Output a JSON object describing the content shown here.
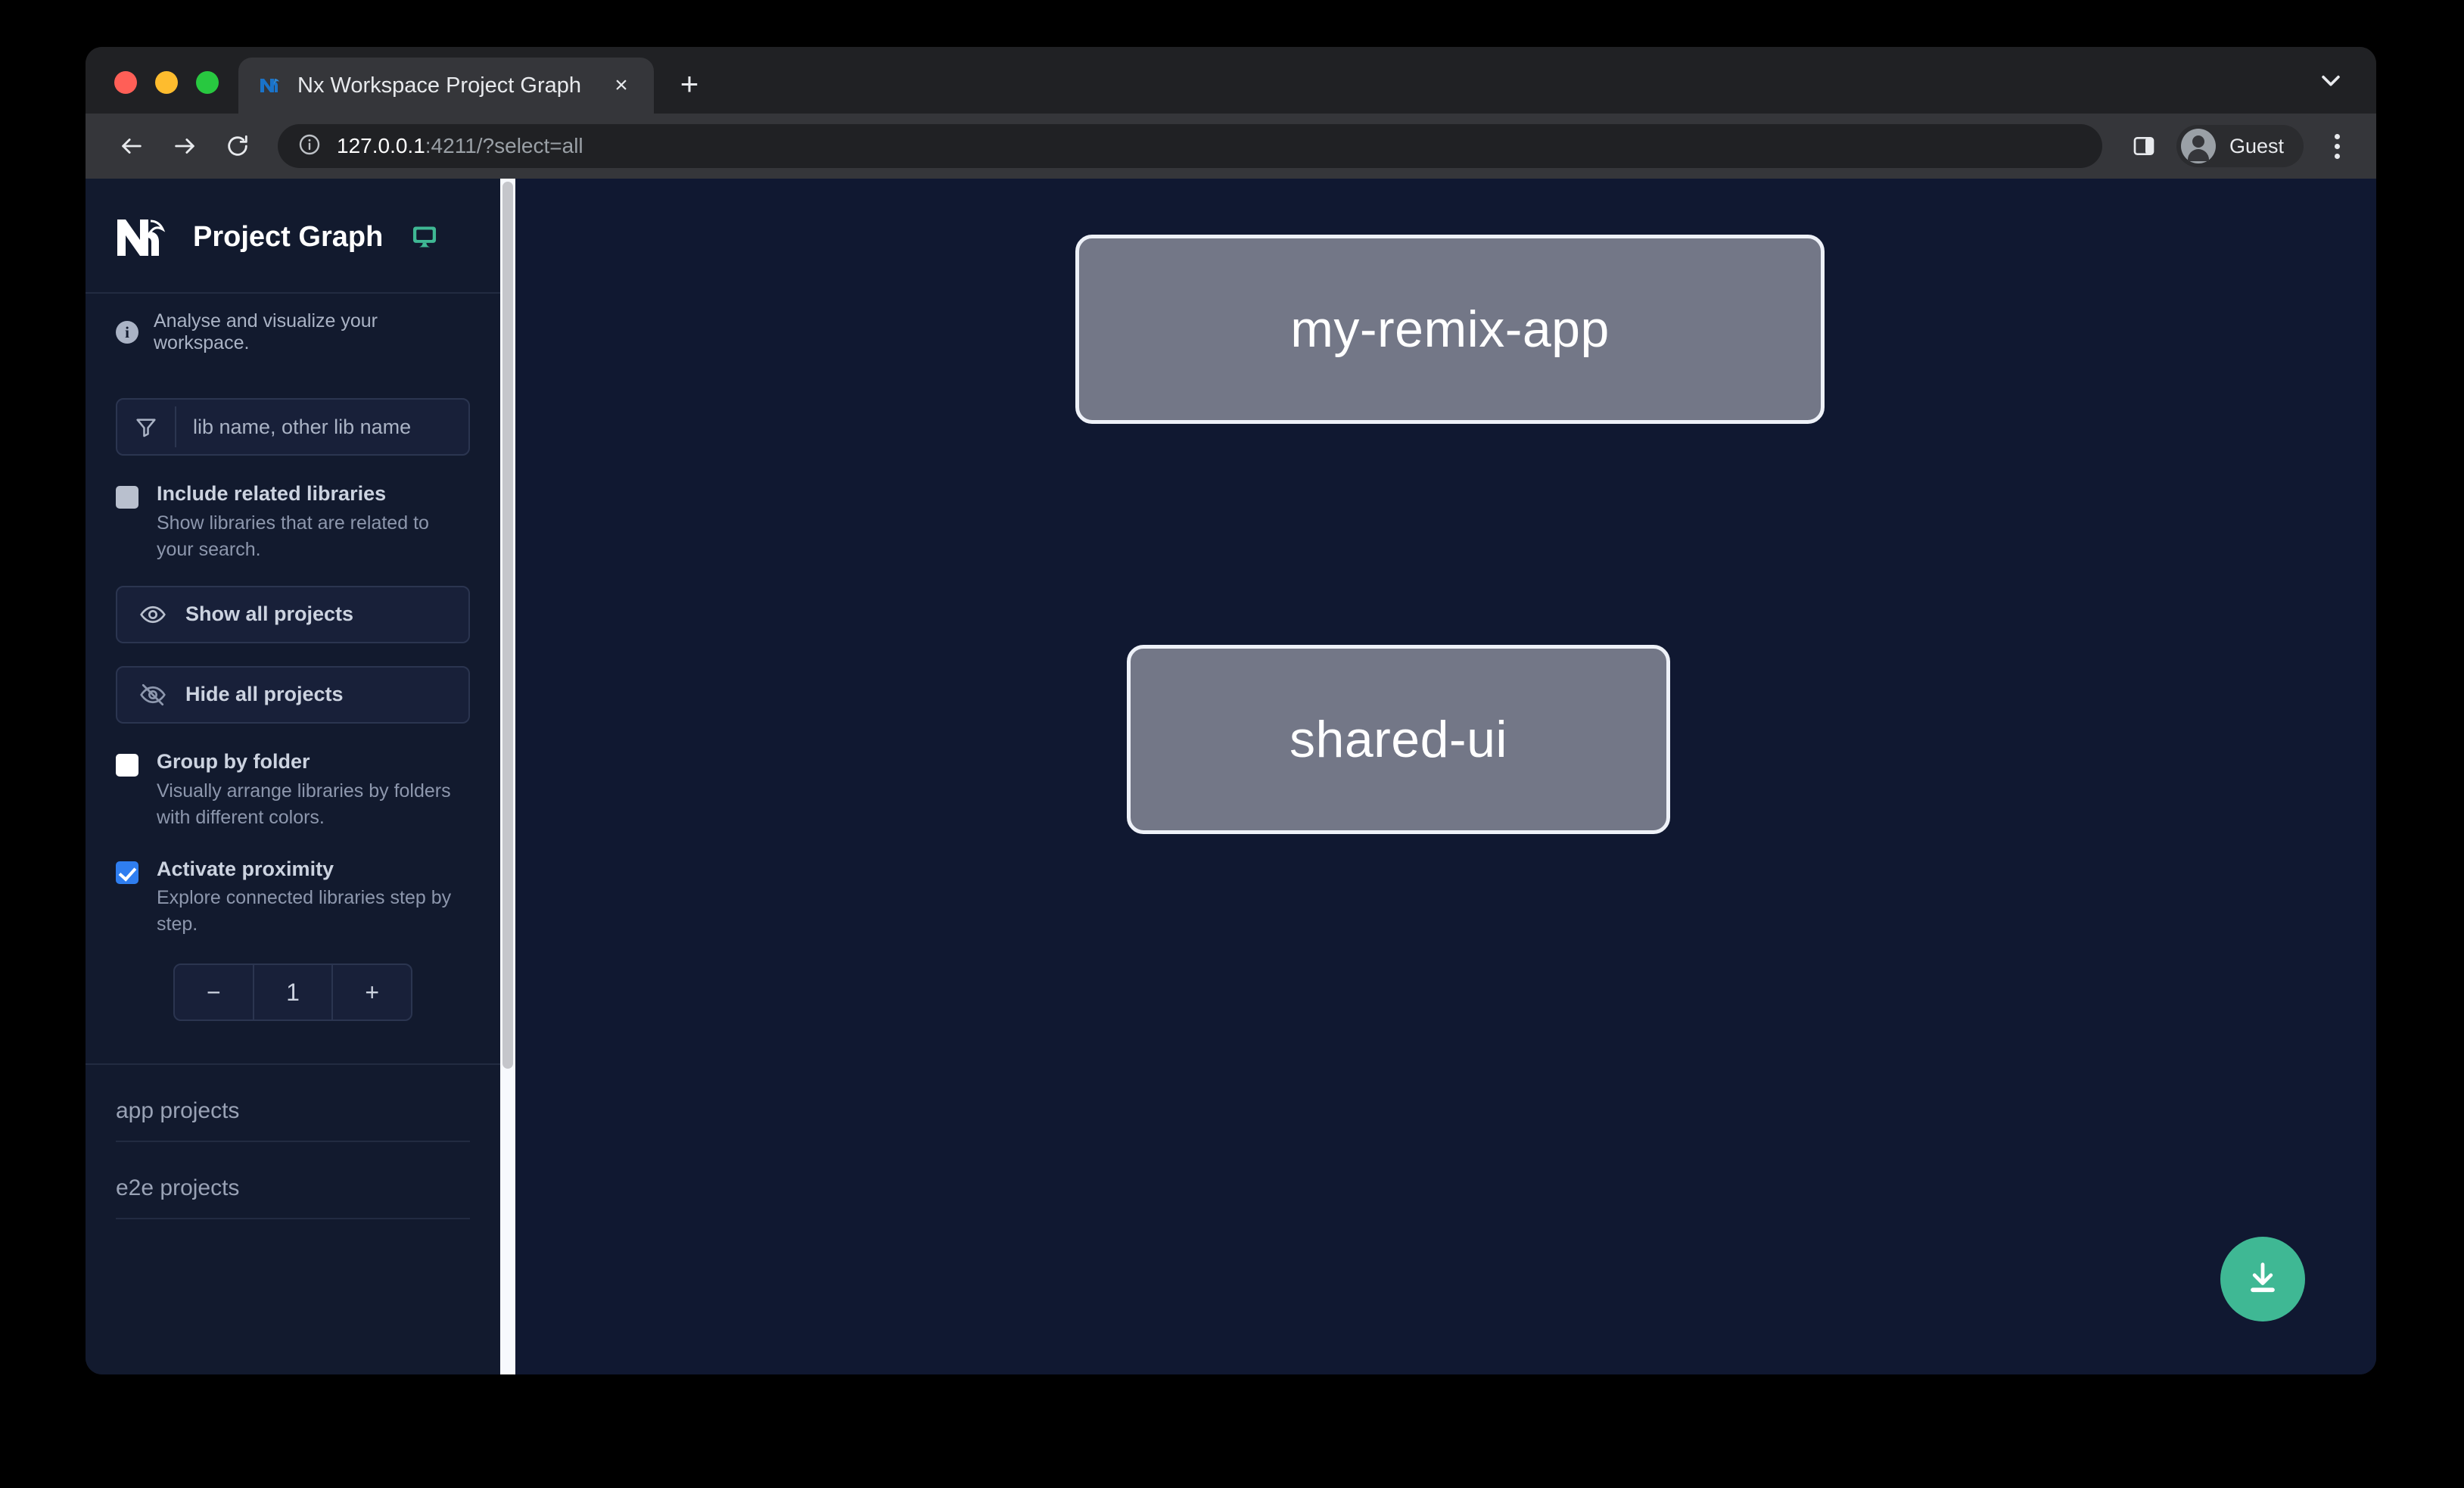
{
  "browser": {
    "traffic_lights": [
      "close",
      "minimize",
      "maximize"
    ],
    "tab": {
      "title": "Nx Workspace Project Graph",
      "favicon": "nx-favicon",
      "close_label": "×"
    },
    "new_tab_label": "+",
    "tab_search_icon": "chevron-down-icon",
    "toolbar": {
      "back_icon": "back-arrow-icon",
      "forward_icon": "forward-arrow-icon",
      "reload_icon": "reload-icon",
      "site_info_icon": "info-circle-icon",
      "url_host": "127.0.0.1",
      "url_rest": ":4211/?select=all",
      "side_panel_icon": "side-panel-icon",
      "profile_label": "Guest",
      "profile_icon": "account-avatar-icon",
      "menu_icon": "kebab-menu-icon"
    }
  },
  "sidebar": {
    "logo": "nx-logo",
    "title": "Project Graph",
    "display_icon": "monitor-icon",
    "subtitle": "Analyse and visualize your workspace.",
    "subtitle_icon": "info-icon",
    "filter": {
      "icon": "filter-funnel-icon",
      "placeholder": "lib name, other lib name",
      "value": ""
    },
    "options": [
      {
        "id": "include-related-libraries",
        "label": "Include related libraries",
        "description": "Show libraries that are related to your search.",
        "state": "unchecked-filled"
      },
      {
        "id": "group-by-folder",
        "label": "Group by folder",
        "description": "Visually arrange libraries by folders with different colors.",
        "state": "unchecked"
      },
      {
        "id": "activate-proximity",
        "label": "Activate proximity",
        "description": "Explore connected libraries step by step.",
        "state": "checked"
      }
    ],
    "buttons": [
      {
        "id": "show-all-projects",
        "label": "Show all projects",
        "icon": "eye-icon"
      },
      {
        "id": "hide-all-projects",
        "label": "Hide all projects",
        "icon": "eye-slash-icon"
      }
    ],
    "stepper": {
      "decrement_label": "−",
      "value": "1",
      "increment_label": "+"
    },
    "sections": [
      {
        "id": "app-projects",
        "label": "app projects"
      },
      {
        "id": "e2e-projects",
        "label": "e2e projects"
      }
    ]
  },
  "graph": {
    "nodes": [
      {
        "id": "my-remix-app",
        "label": "my-remix-app"
      },
      {
        "id": "shared-ui",
        "label": "shared-ui"
      }
    ],
    "edges": [
      {
        "from": "my-remix-app",
        "to": "shared-ui"
      }
    ],
    "download_button": {
      "icon": "download-icon",
      "color": "#3fb894"
    }
  },
  "colors": {
    "accent_green": "#3fb894",
    "checkbox_blue": "#2f7ef0",
    "node_fill": "#737787",
    "node_border": "#eef1f8",
    "canvas_bg": "#101831",
    "sidebar_bg": "#121a2e"
  }
}
